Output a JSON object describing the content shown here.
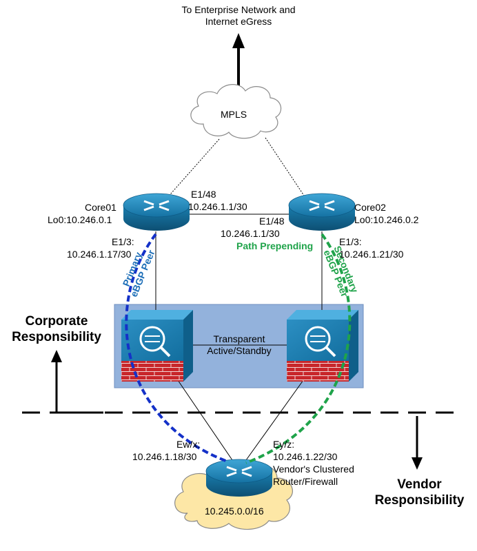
{
  "top_label_line1": "To Enterprise Network and",
  "top_label_line2": "Internet eGress",
  "cloud_mpls": "MPLS",
  "core01": {
    "name": "Core01",
    "loopback": "Lo0:10.246.0.1",
    "e13_label": "E1/3:",
    "e13_ip": "10.246.1.17/30"
  },
  "core02": {
    "name": "Core02",
    "loopback": "Lo0:10.246.0.2",
    "e13_label": "E1/3:",
    "e13_ip": "10.246.1.21/30"
  },
  "link_core": {
    "a_port": "E1/48",
    "a_ip": "10.246.1.1/30",
    "b_port": "E1/48",
    "b_ip": "10.246.1.1/30"
  },
  "path_prepending": "Path Prepending",
  "primary_peer": {
    "line1": "Primary",
    "line2": "eBGP Peer"
  },
  "secondary_peer": {
    "line1": "Secondary",
    "line2": "eBGP Peer"
  },
  "firewall_link": {
    "line1": "Transparent",
    "line2": "Active/Standby"
  },
  "corporate": {
    "line1": "Corporate",
    "line2": "Responsibility"
  },
  "vendor": {
    "line1": "Vendor",
    "line2": "Responsibility"
  },
  "vendor_router": {
    "left_port": "Ew/x:",
    "left_ip": "10.246.1.18/30",
    "right_port": "Ey/z:",
    "right_ip": "10.246.1.22/30",
    "desc_line1": "Vendor's Clustered",
    "desc_line2": "Router/Firewall"
  },
  "vendor_cloud": "10.245.0.0/16",
  "colors": {
    "primary": "#1431c8",
    "secondary": "#1fa34a",
    "router": "#1b83b5",
    "firewall_zone": "#90aed8",
    "cloud": "#fde7a6"
  }
}
